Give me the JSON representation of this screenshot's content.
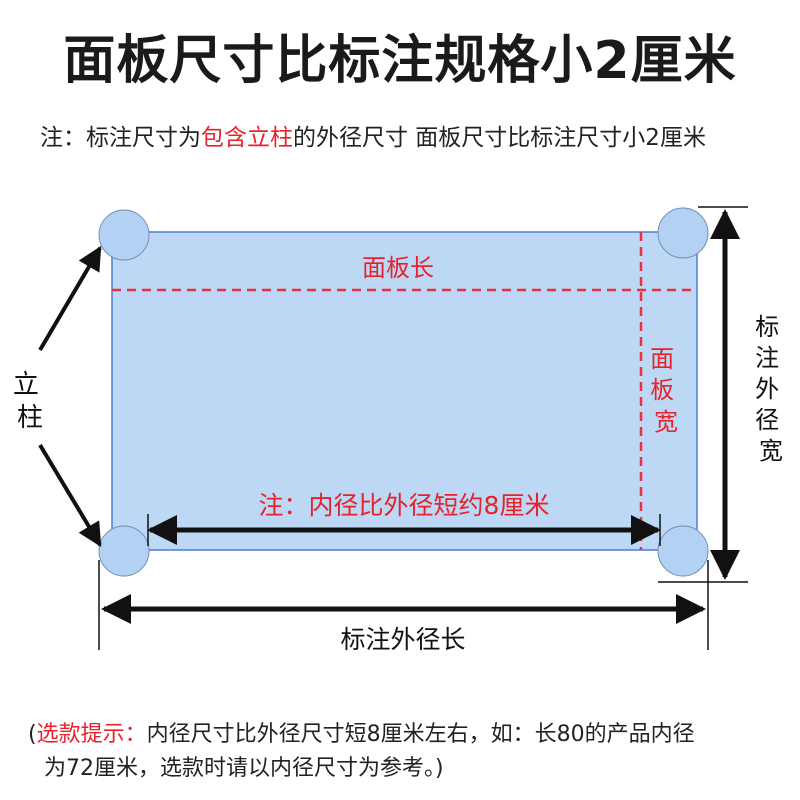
{
  "title": "面板尺寸比标注规格小2厘米",
  "note": {
    "prefix": "注：标注尺寸为",
    "highlight": "包含立柱",
    "suffix": "的外径尺寸 面板尺寸比标注尺寸小2厘米"
  },
  "labels": {
    "panel_length": "面板长",
    "panel_width": [
      "面",
      "板",
      "宽"
    ],
    "post": [
      "立",
      "柱"
    ],
    "inner_note": "注：内径比外径短约8厘米",
    "outer_width": [
      "标",
      "注",
      "外",
      "径",
      "宽"
    ],
    "outer_length": "标注外径长"
  },
  "tip": {
    "open": "(",
    "highlight": "选款提示：",
    "line1": "内径尺寸比外径尺寸短8厘米左右，如：长80的产品内径",
    "line2": "为72厘米，选款时请以内径尺寸为参考。)"
  },
  "colors": {
    "panel_fill": "#bcd8f5",
    "panel_stroke": "#4a7fd0",
    "post_fill": "#b3d1f3",
    "dashed": "#e8313a",
    "red_text": "#e8222a",
    "arrow": "#111111"
  }
}
